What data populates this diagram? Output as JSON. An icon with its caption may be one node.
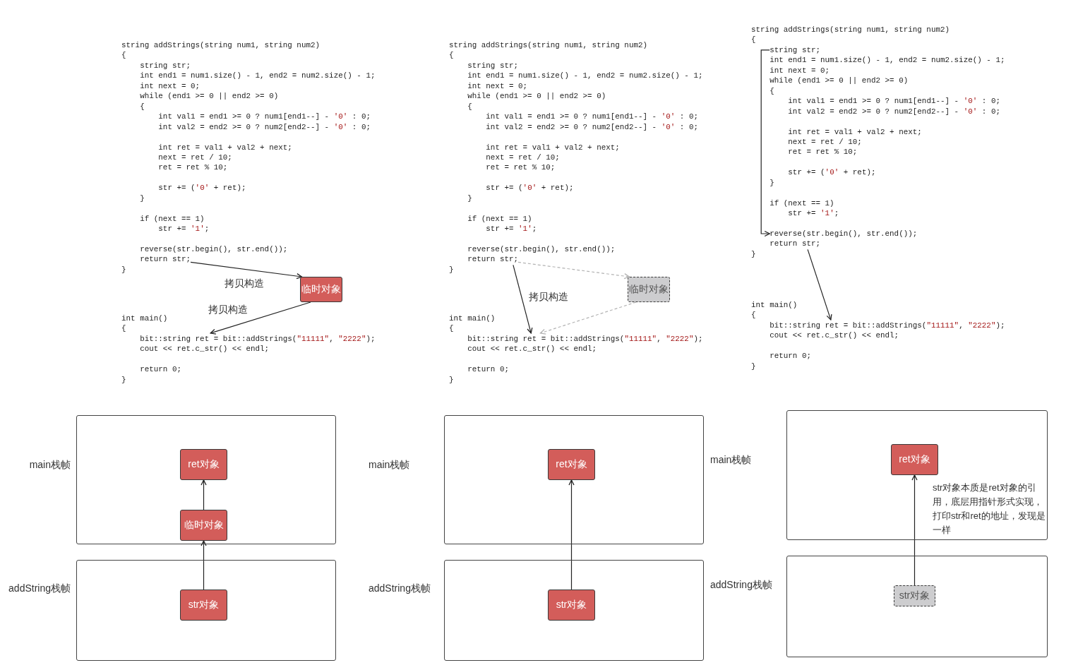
{
  "diagram": {
    "nodes": [
      {
        "text": [
          "return str;"
        ]
      },
      {
        "text": [
          "临时对象"
        ]
      },
      {
        "text": [
          "bit::string ret = bit::addStrings(\"11111\", \"2222\");"
        ]
      },
      {
        "text": [
          "return str;"
        ]
      },
      {
        "text": [
          "临时对象"
        ]
      },
      {
        "text": [
          "bit::string ret = bit::addStrings(\"11111\", \"2222\");"
        ]
      },
      {
        "text": [
          "string str;"
        ]
      },
      {
        "text": [
          "reverse(str.begin(), str.end());"
        ]
      },
      {
        "text": [
          "return str;"
        ]
      },
      {
        "text": [
          "bit::string ret = bit::addStrings(\"11111\", \"2222\");"
        ]
      },
      {
        "text": [
          "main栈帧"
        ]
      },
      {
        "text": [
          "ret对象"
        ],
        "in": 10
      },
      {
        "text": [
          "临时对象"
        ],
        "in": 10
      },
      {
        "text": [
          "addString栈帧"
        ]
      },
      {
        "text": [
          "str对象"
        ],
        "in": 13
      },
      {
        "text": [
          "main栈帧"
        ]
      },
      {
        "text": [
          "ret对象"
        ],
        "in": 15
      },
      {
        "text": [
          "addString栈帧"
        ]
      },
      {
        "text": [
          "str对象"
        ],
        "in": 17
      },
      {
        "text": [
          "main栈帧"
        ]
      },
      {
        "text": [
          "ret对象"
        ],
        "in": 19
      },
      {
        "text": [
          "addString栈帧"
        ]
      },
      {
        "text": [
          "str对象"
        ],
        "in": 21
      }
    ],
    "edges": [
      {
        "from": 0,
        "to": 1,
        "arrow": "to",
        "label": "拷贝构造"
      },
      {
        "from": 1,
        "to": 2,
        "arrow": "to",
        "label": "拷贝构造"
      },
      {
        "from": 3,
        "to": 5,
        "arrow": "to",
        "label": "拷贝构造"
      },
      {
        "from": 3,
        "to": 4,
        "arrow": "to",
        "style": "dashed",
        "color": "#b3b3b3"
      },
      {
        "from": 4,
        "to": 5,
        "arrow": "to",
        "style": "dashed",
        "color": "#b3b3b3"
      },
      {
        "from": 6,
        "to": 7,
        "arrow": "to"
      },
      {
        "from": 8,
        "to": 9,
        "arrow": "to"
      },
      {
        "from": 12,
        "to": 11,
        "arrow": "to"
      },
      {
        "from": 14,
        "to": 12,
        "arrow": "to"
      },
      {
        "from": 18,
        "to": 16,
        "arrow": "to"
      },
      {
        "from": 22,
        "to": 20,
        "arrow": "to"
      }
    ],
    "labels": [
      "string addStrings(string num1, string num2)",
      "{",
      "string str;",
      "int end1 = num1.size() - 1, end2 = num2.size() - 1;",
      "int next = 0;",
      "while (end1 >= 0 || end2 >= 0)",
      "{",
      "int val1 = end1 >= 0 ? num1[end1--] - '0' : 0;",
      "int val2 = end2 >= 0 ? num2[end2--] - '0' : 0;",
      "int ret = val1 + val2 + next;",
      "next = ret / 10;",
      "ret = ret % 10;",
      "str += ('0' + ret);",
      "}",
      "if (next == 1)",
      "str += '1';",
      "reverse(str.begin(), str.end());",
      "}",
      "int main()",
      "{",
      "cout << ret.c_str() << endl;",
      "return 0;",
      "}",
      "string addStrings(string num1, string num2)",
      "{",
      "string str;",
      "int end1 = num1.size() - 1, end2 = num2.size() - 1;",
      "int next = 0;",
      "while (end1 >= 0 || end2 >= 0)",
      "{",
      "int val1 = end1 >= 0 ? num1[end1--] - '0' : 0;",
      "int val2 = end2 >= 0 ? num2[end2--] - '0' : 0;",
      "int ret = val1 + val2 + next;",
      "next = ret / 10;",
      "ret = ret % 10;",
      "str += ('0' + ret);",
      "}",
      "if (next == 1)",
      "str += '1';",
      "reverse(str.begin(), str.end());",
      "}",
      "int main()",
      "{",
      "cout << ret.c_str() << endl;",
      "return 0;",
      "}",
      "string addStrings(string num1, string num2)",
      "{",
      "int end1 = num1.size() - 1, end2 = num2.size() - 1;",
      "int next = 0;",
      "while (end1 >= 0 || end2 >= 0)",
      "{",
      "int val1 = end1 >= 0 ? num1[end1--] - '0' : 0;",
      "int val2 = end2 >= 0 ? num2[end2--] - '0' : 0;",
      "int ret = val1 + val2 + next;",
      "next = ret / 10;",
      "ret = ret % 10;",
      "str += ('0' + ret);",
      "}",
      "if (next == 1)",
      "str += '1';",
      "}",
      "int main()",
      "{",
      "cout << ret.c_str() << endl;",
      "return 0;",
      "}",
      "str对象本质是ret对象的引用，底层用指针形式实现，打印str和ret的地址，发现是一样"
    ]
  }
}
